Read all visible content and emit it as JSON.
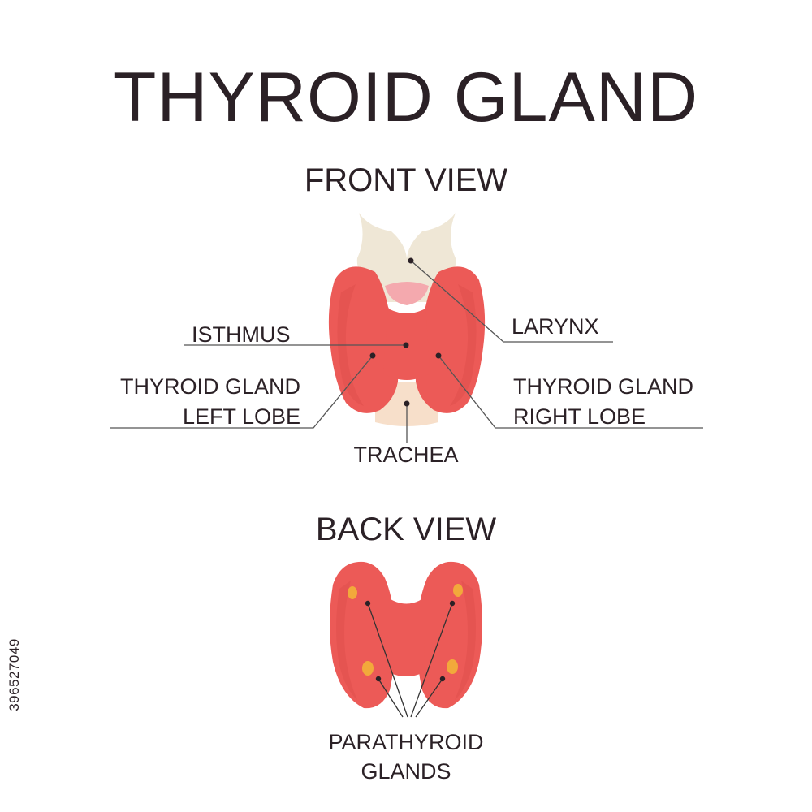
{
  "title": "THYROID GLAND",
  "front_view": {
    "heading": "FRONT VIEW",
    "labels": {
      "isthmus": "ISTHMUS",
      "larynx": "LARYNX",
      "left_lobe_line1": "THYROID GLAND",
      "left_lobe_line2": "LEFT LOBE",
      "right_lobe_line1": "THYROID GLAND",
      "right_lobe_line2": "RIGHT LOBE",
      "trachea": "TRACHEA"
    }
  },
  "back_view": {
    "heading": "BACK VIEW",
    "labels": {
      "parathyroid_line1": "PARATHYROID",
      "parathyroid_line2": "GLANDS"
    }
  },
  "stock_id": "396527049",
  "colors": {
    "thyroid": "#ec5a57",
    "thyroid_dark": "#d94a48",
    "larynx": "#efe7d6",
    "trachea": "#f7dfca",
    "mucosa": "#f4a9ae",
    "parathyroid": "#f2a93b",
    "text": "#2b2126",
    "leader_line": "#555555"
  }
}
